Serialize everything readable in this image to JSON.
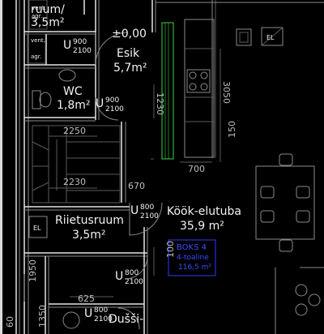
{
  "rooms": {
    "ruum_top": {
      "name": "ruum/",
      "area": "3,5m²"
    },
    "esik": {
      "level": "±0,00",
      "name": "Esik",
      "area": "5,7m²"
    },
    "wc": {
      "name": "WC",
      "area": "1,8m²"
    },
    "riietusruum": {
      "name": "Riietusruum",
      "area": "3,5m²"
    },
    "kook": {
      "name": "Köök-elutuba",
      "area": "35,9 m²"
    },
    "dussi": {
      "name": "Dušši-"
    }
  },
  "doors": [
    {
      "prefix": "U",
      "top": "900",
      "bottom": "2100"
    },
    {
      "prefix": "U",
      "top": "900",
      "bottom": "2100"
    },
    {
      "prefix": "U",
      "top": "800",
      "bottom": "2100"
    },
    {
      "prefix": "U",
      "top": "800",
      "bottom": "2100"
    },
    {
      "prefix": "U",
      "top": "800",
      "bottom": "2100"
    }
  ],
  "vent": [
    {
      "line1": "vent.",
      "line2": "agr."
    },
    {
      "line1": "vent.",
      "line2": "agr."
    }
  ],
  "box": {
    "line1": "BOKS 4",
    "line2": "4-toaline",
    "line3": "116,5 m²"
  },
  "dims": {
    "d2250": "2250",
    "d2230": "2230",
    "d670": "670",
    "d700": "700",
    "d1230": "1230",
    "d3050": "3050",
    "d150": "150",
    "d100": "100",
    "d1950": "1950",
    "d625": "625",
    "d1350": "1350",
    "d60": "60"
  },
  "symbols": {
    "el1": "EL",
    "el2": "EL"
  },
  "colors": {
    "background": "#000000",
    "box": "#2a3bff",
    "green": "#3ccf4e"
  }
}
